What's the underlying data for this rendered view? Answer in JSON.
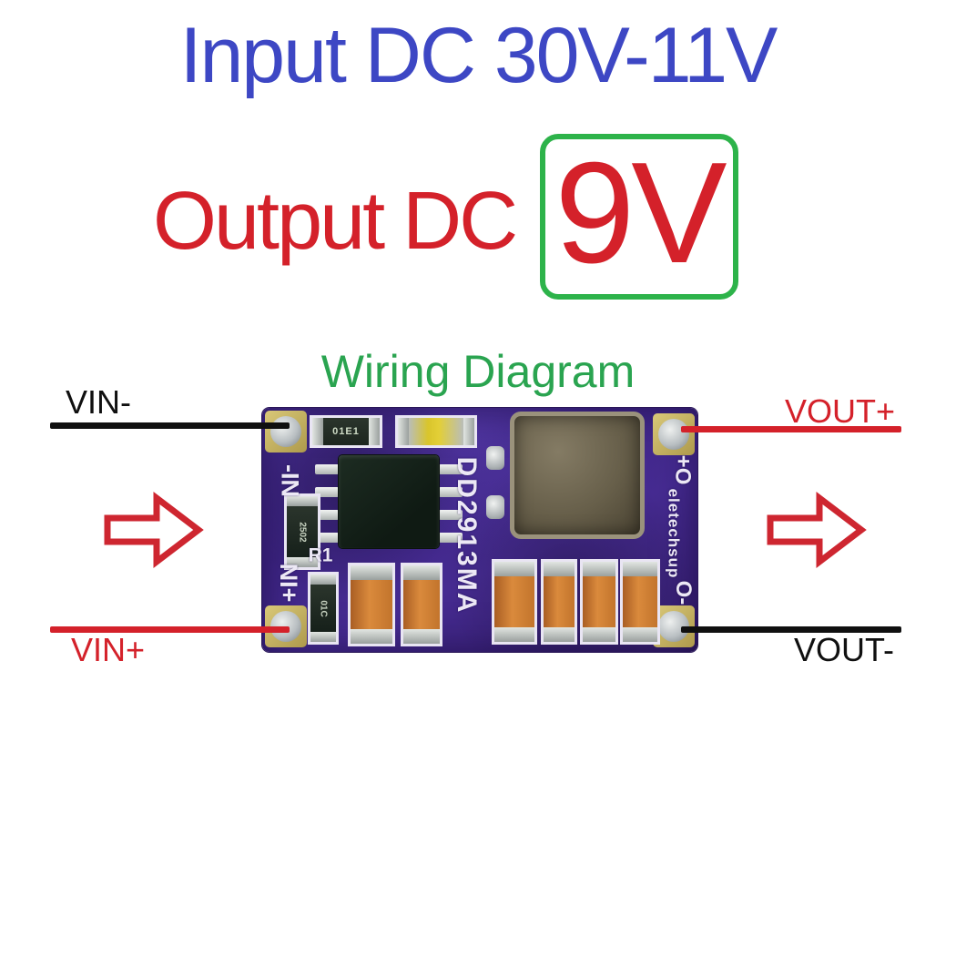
{
  "page": {
    "title": "Input DC 30V-11V",
    "output": {
      "label": "Output DC",
      "value": "9V"
    },
    "wiring_title": "Wiring Diagram"
  },
  "terminals": {
    "vin_minus": "VIN-",
    "vin_plus": "VIN+",
    "vout_plus": "VOUT+",
    "vout_minus": "VOUT-"
  },
  "pcb": {
    "part_number": "DD2913MA",
    "brand": "eletechsup",
    "silkscreen": {
      "in_minus": "-IN",
      "in_plus": "+IN",
      "out_plus": "O+",
      "out_minus": "O-",
      "r1": "R1",
      "resistor_code": "01E1",
      "resistor2_code": "2502",
      "diode_code": "01C"
    }
  },
  "colors": {
    "title_blue": "#3d47c4",
    "accent_red": "#d4212a",
    "box_green": "#2db34a",
    "wiring_green": "#2aa450",
    "wire_black": "#101010",
    "pcb_purple": "#44298c"
  }
}
